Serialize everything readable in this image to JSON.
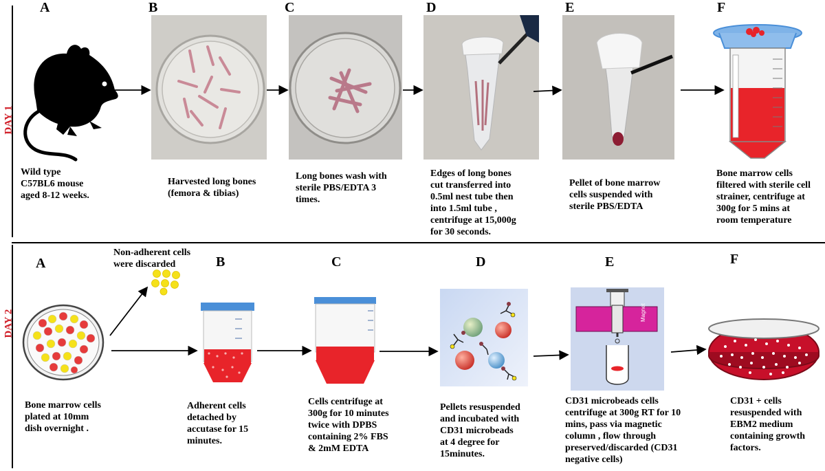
{
  "day1": {
    "label": "DAY 1",
    "steps": [
      {
        "letter": "A",
        "caption": "Wild type\nC57BL6 mouse\naged 8-12 weeks."
      },
      {
        "letter": "B",
        "caption": "Harvested long bones\n(femora & tibias)"
      },
      {
        "letter": "C",
        "caption": "Long bones wash with\nsterile PBS/EDTA  3\ntimes."
      },
      {
        "letter": "D",
        "caption": "Edges of long bones\ncut transferred into\n0.5ml nest tube then\ninto 1.5ml tube ,\ncentrifuge at 15,000g\nfor 30 seconds."
      },
      {
        "letter": "E",
        "caption": "Pellet of bone marrow\ncells suspended with\nsterile PBS/EDTA"
      },
      {
        "letter": "F",
        "caption": "Bone marrow cells\nfiltered with sterile cell\nstrainer, centrifuge at\n300g  for 5 mins at\nroom temperature"
      }
    ]
  },
  "day2": {
    "label": "DAY 2",
    "discarded_caption": "Non-adherent cells\nwere  discarded",
    "steps": [
      {
        "letter": "A",
        "caption": "Bone marrow cells\nplated at 10mm\ndish  overnight ."
      },
      {
        "letter": "B",
        "caption": "Adherent cells\ndetached by\naccutase for  15\nminutes."
      },
      {
        "letter": "C",
        "caption": "Cells centrifuge at\n300g for 10 minutes\ntwice with DPBS\ncontaining 2% FBS\n& 2mM EDTA"
      },
      {
        "letter": "D",
        "caption": "Pellets resuspended\nand incubated with\nCD31 microbeads\nat 4 degree for\n15minutes."
      },
      {
        "letter": "E",
        "caption": "CD31 microbeads cells\ncentrifuge at 300g RT for 10\nmins, pass via magnetic\ncolumn , flow through\npreserved/discarded (CD31\nnegative cells)"
      },
      {
        "letter": "F",
        "caption": "CD31 + cells\nresuspended with\nEBM2 medium\ncontaining growth\nfactors."
      }
    ],
    "magnet_label": "Magnet"
  },
  "colors": {
    "day_label": "#d1202a",
    "blood_red": "#e8242a",
    "cell_yellow": "#f5e11a",
    "cap_blue": "#4a8fd8"
  }
}
